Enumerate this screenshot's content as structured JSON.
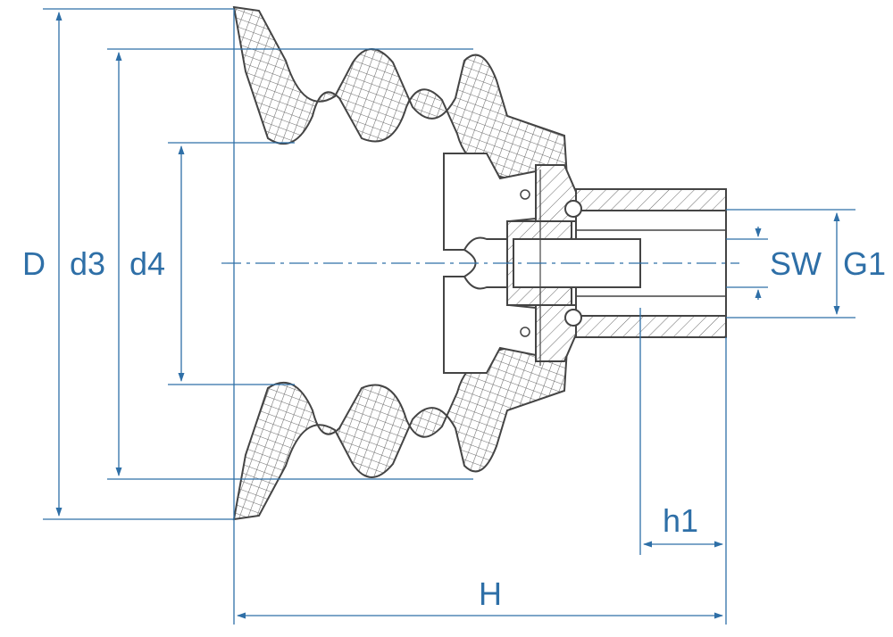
{
  "labels": {
    "D": "D",
    "d3": "d3",
    "d4": "d4",
    "SW": "SW",
    "G1": "G1",
    "h1": "h1",
    "H": "H"
  },
  "colors": {
    "dimension": "#2e6fa7",
    "outline": "#444444",
    "hatch": "#666666",
    "background": "#ffffff"
  }
}
